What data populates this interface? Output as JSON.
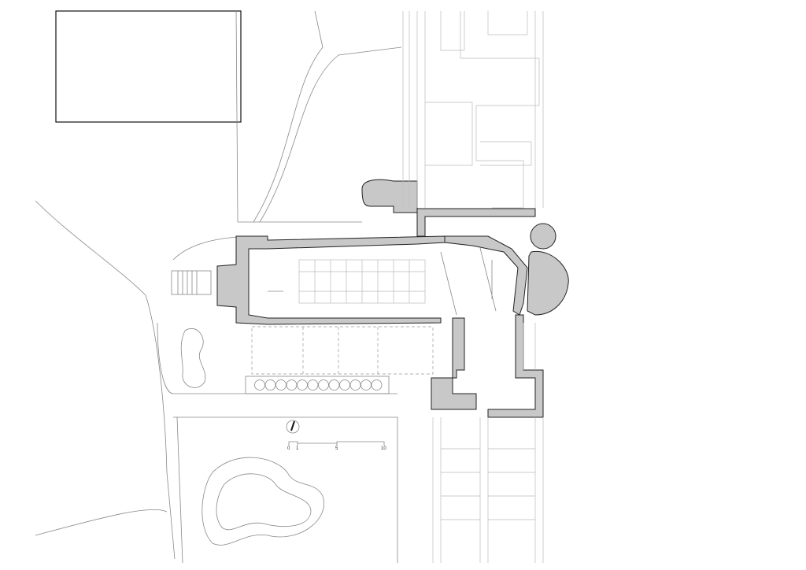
{
  "drawing": {
    "type": "architectural site floor plan",
    "scale_bar": {
      "labels": [
        "0",
        "1",
        "5",
        "10"
      ]
    },
    "north_arrow": "north-arrow-icon"
  }
}
